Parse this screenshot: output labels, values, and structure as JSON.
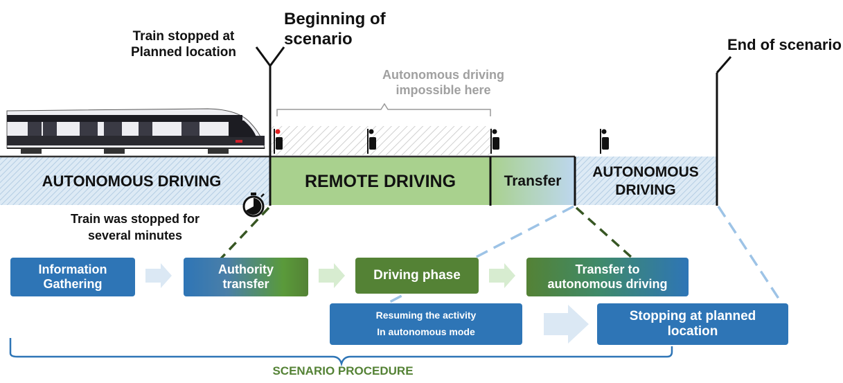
{
  "labels": {
    "train_stopped": "Train stopped at\nPlanned location",
    "beginning": "Beginning of\nscenario",
    "end": "End of scenario",
    "impossible": "Autonomous driving\nimpossible here",
    "stopped_minutes": "Train was stopped for\nseveral minutes",
    "procedure": "SCENARIO PROCEDURE"
  },
  "bands": {
    "autonomous_left": "AUTONOMOUS DRIVING",
    "remote": "REMOTE DRIVING",
    "transfer": "Transfer",
    "autonomous_right": "AUTONOMOUS\nDRIVING"
  },
  "steps": {
    "info": "Information\nGathering",
    "authority": "Authority\ntransfer",
    "driving": "Driving phase",
    "transfer_auto": "Transfer to\nautonomous driving",
    "resuming_1": "Resuming the activity",
    "resuming_2": "In autonomous mode",
    "stopping": "Stopping at planned\nlocation"
  },
  "colors": {
    "blue": "#2e75b6",
    "green": "#548235",
    "remote_band": "#a9d18e",
    "light_blue_band": "#d6e6f2",
    "procedure_text": "#548235",
    "dashed_green": "#375623",
    "dashed_blue": "#9dc3e6"
  },
  "icons": [
    "train-image",
    "signal-icon",
    "stopwatch-icon",
    "chevron-arrow-icon"
  ]
}
